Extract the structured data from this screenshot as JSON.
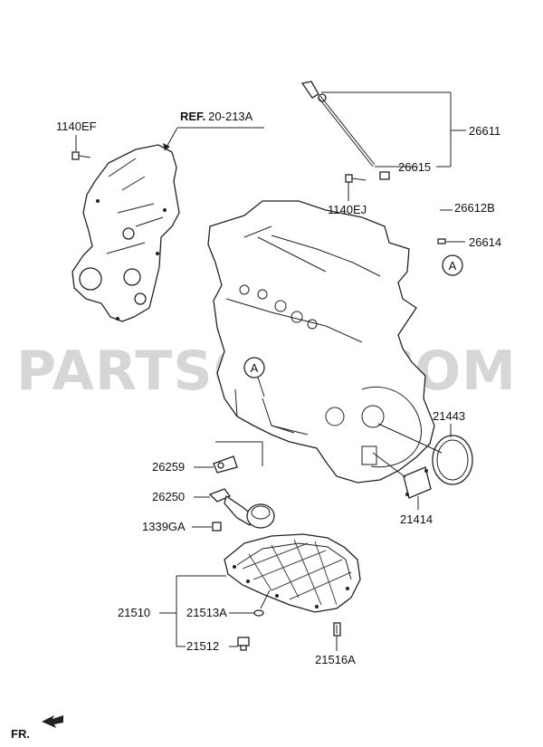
{
  "watermark": "PARTSOUQ.COM",
  "ref": {
    "bold": "REF.",
    "rest": "20-213A"
  },
  "front_label": "FR.",
  "callout_circle": "A",
  "labels": {
    "p1140EF": "1140EF",
    "p26611": "26611",
    "p26615": "26615",
    "p1140EJ": "1140EJ",
    "p26612B": "26612B",
    "p26614": "26614",
    "p21443": "21443",
    "p26259": "26259",
    "p26250": "26250",
    "p1339GA": "1339GA",
    "p21414": "21414",
    "p21510": "21510",
    "p21513A": "21513A",
    "p21512": "21512",
    "p21516A": "21516A"
  }
}
